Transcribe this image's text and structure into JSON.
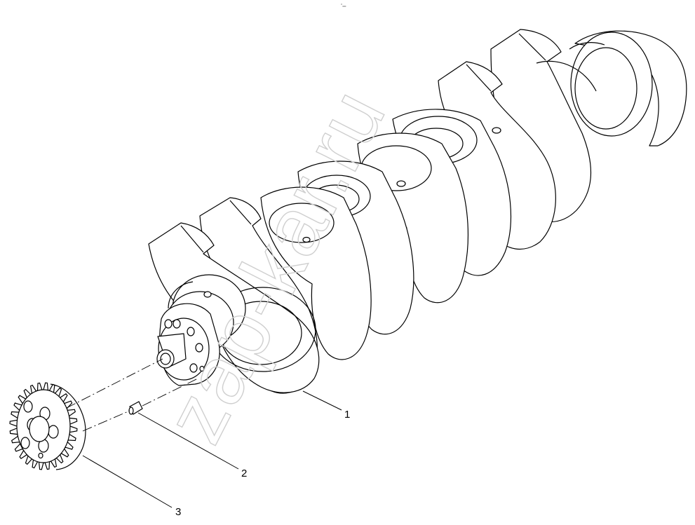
{
  "diagram": {
    "callouts": [
      {
        "id": "1",
        "label": "1"
      },
      {
        "id": "2",
        "label": "2"
      },
      {
        "id": "3",
        "label": "3"
      }
    ],
    "watermark": "zap-kar.ru",
    "top_mark": "˚═"
  },
  "colors": {
    "line": "#000000",
    "watermark": "#cfcfcf",
    "background": "#ffffff"
  }
}
